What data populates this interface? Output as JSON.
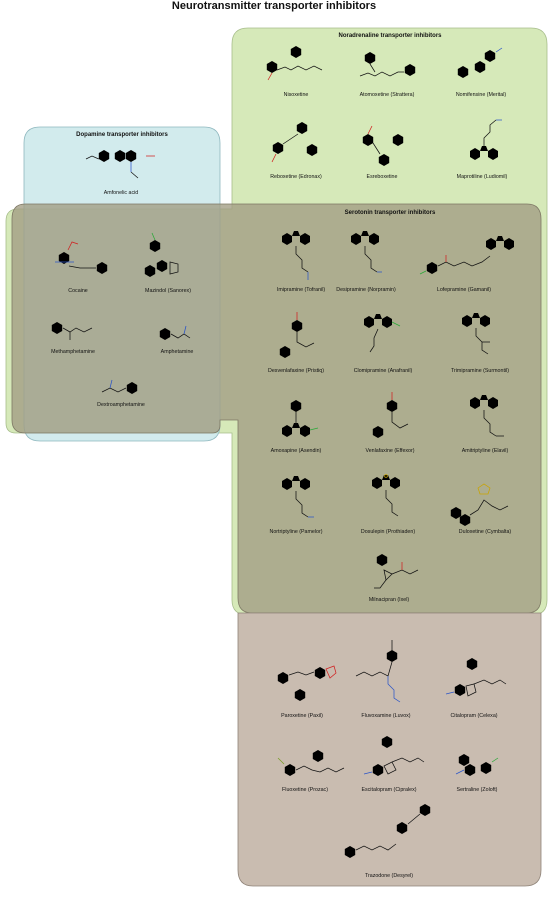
{
  "title": "Neurotransmitter transporter inhibitors",
  "colors": {
    "dopamine": "#bfe2e6",
    "noradrenaline": "#d6e9b9",
    "serotonin": "#c9bcb0",
    "overlap": "#a29c83",
    "triple": "#97a08a",
    "nitrogen": "#2b55c8",
    "oxygen": "#d02020",
    "halogen_cl": "#2aa838",
    "halogen_f": "#7a9c2a",
    "sulfur": "#c9a400"
  },
  "groups": {
    "dopamine": "Dopamine transporter inhibitors",
    "noradrenaline": "Noradrenaline transporter inhibitors",
    "serotonin": "Serotonin transporter inhibitors"
  },
  "compounds": [
    {
      "label": "Amfonelic acid"
    },
    {
      "label": "Nisoxetine"
    },
    {
      "label": "Atomoxetine (Strattera)"
    },
    {
      "label": "Nomifensine (Merital)"
    },
    {
      "label": "Reboxetine (Edronax)"
    },
    {
      "label": "Esreboxetine"
    },
    {
      "label": "Maprotiline (Ludiomil)"
    },
    {
      "label": "Cocaine"
    },
    {
      "label": "Mazindol (Sanorex)"
    },
    {
      "label": "Methamphetamine"
    },
    {
      "label": "Amphetamine"
    },
    {
      "label": "Dextroamphetamine"
    },
    {
      "label": "Imipramine (Tofranil)"
    },
    {
      "label": "Desipramine (Norpramin)"
    },
    {
      "label": "Lofepramine (Gamanil)"
    },
    {
      "label": "Desvenlafaxine (Pristiq)"
    },
    {
      "label": "Clomipramine (Anafranil)"
    },
    {
      "label": "Trimipramine (Surmontil)"
    },
    {
      "label": "Amoxapine (Asendin)"
    },
    {
      "label": "Venlafaxine (Effexor)"
    },
    {
      "label": "Amitriptyline (Elavil)"
    },
    {
      "label": "Nortriptyline (Pamelor)"
    },
    {
      "label": "Dosulepin (Prothiaden)"
    },
    {
      "label": "Duloxetine (Cymbalta)"
    },
    {
      "label": "Milnacipran (Ixel)"
    },
    {
      "label": "Paroxetine (Paxil)"
    },
    {
      "label": "Fluvoxamine (Luvox)"
    },
    {
      "label": "Citalopram (Celexa)"
    },
    {
      "label": "Fluoxetine (Prozac)"
    },
    {
      "label": "Escitalopram (Cipralex)"
    },
    {
      "label": "Sertraline (Zoloft)"
    },
    {
      "label": "Trazodone (Desyrel)"
    }
  ]
}
